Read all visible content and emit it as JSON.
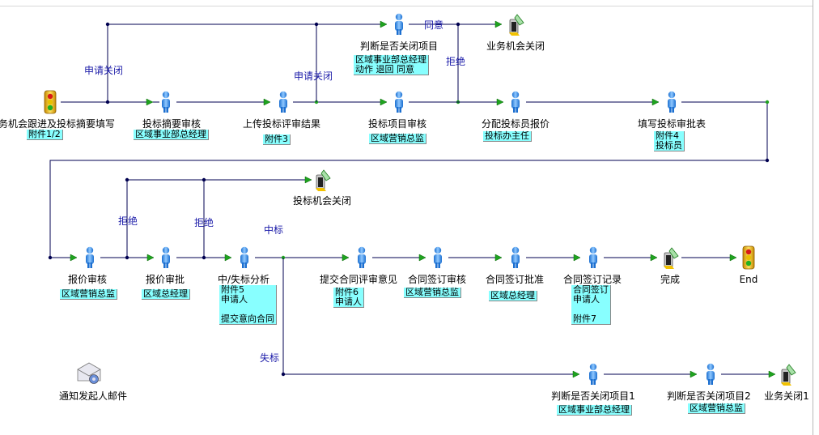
{
  "nodes": [
    {
      "id": "n_apply",
      "label": "务机会跟进及投标摘要填写",
      "type": "start",
      "notes": [
        "附件1/2"
      ]
    },
    {
      "id": "n_abstract",
      "label": "投标摘要审核",
      "type": "person",
      "notes": [
        "区域事业部总经理"
      ]
    },
    {
      "id": "n_upload",
      "label": "上传投标评审结果",
      "type": "person",
      "notes": [
        "附件3"
      ]
    },
    {
      "id": "n_judge_top",
      "label": "判断是否关闭项目",
      "type": "person",
      "notes": [
        "区域事业部总经理",
        "动作 退回 同意"
      ]
    },
    {
      "id": "n_close_top",
      "label": "业务机会关闭",
      "type": "end",
      "notes": []
    },
    {
      "id": "n_bid_review",
      "label": "投标项目审核",
      "type": "person",
      "notes": [
        "区域营销总监"
      ]
    },
    {
      "id": "n_assign",
      "label": "分配投标员报价",
      "type": "person",
      "notes": [
        "投标办主任"
      ]
    },
    {
      "id": "n_fill",
      "label": "填写投标审批表",
      "type": "person",
      "notes": [
        "附件4",
        "投标员"
      ]
    },
    {
      "id": "n_bid_close",
      "label": "投标机会关闭",
      "type": "end",
      "notes": []
    },
    {
      "id": "n_quote_review",
      "label": "报价审核",
      "type": "person",
      "notes": [
        "区域营销总监"
      ]
    },
    {
      "id": "n_quote_approve",
      "label": "报价审批",
      "type": "person",
      "notes": [
        "区域总经理"
      ]
    },
    {
      "id": "n_win_analysis",
      "label": "中/失标分析",
      "type": "person",
      "notes": [
        "附件5",
        "申请人",
        "",
        "提交意向合同"
      ]
    },
    {
      "id": "n_contract_opinion",
      "label": "提交合同评审意见",
      "type": "person",
      "notes": [
        "附件6",
        "申请人"
      ]
    },
    {
      "id": "n_contract_review",
      "label": "合同签订审核",
      "type": "person",
      "notes": [
        "区域营销总监"
      ]
    },
    {
      "id": "n_contract_approve",
      "label": "合同签订批准",
      "type": "person",
      "notes": [
        "区域总经理"
      ]
    },
    {
      "id": "n_contract_record",
      "label": "合同签订记录",
      "type": "person",
      "notes": [
        "合同签订",
        "申请人",
        "",
        "附件7"
      ]
    },
    {
      "id": "n_done",
      "label": "完成",
      "type": "end",
      "notes": []
    },
    {
      "id": "n_end",
      "label": "End",
      "type": "start",
      "notes": []
    },
    {
      "id": "n_notify",
      "label": "通知发起人邮件",
      "type": "mail",
      "notes": []
    },
    {
      "id": "n_judge1",
      "label": "判断是否关闭项目1",
      "type": "person",
      "notes": [
        "区域事业部总经理"
      ]
    },
    {
      "id": "n_judge2",
      "label": "判断是否关闭项目2",
      "type": "person",
      "notes": [
        "区域营销总监"
      ]
    },
    {
      "id": "n_close1",
      "label": "业务关闭1",
      "type": "end",
      "notes": []
    }
  ],
  "edge_labels": [
    {
      "id": "e_apply_close",
      "text": "申请关闭"
    },
    {
      "id": "e_upload_close",
      "text": "申请关闭"
    },
    {
      "id": "e_agree",
      "text": "同意"
    },
    {
      "id": "e_reject_top",
      "text": "拒绝"
    },
    {
      "id": "e_reject_quote",
      "text": "拒绝"
    },
    {
      "id": "e_reject_approve",
      "text": "拒绝"
    },
    {
      "id": "e_win",
      "text": "中标"
    },
    {
      "id": "e_lose",
      "text": "失标"
    }
  ],
  "colors": {
    "line": "#000050",
    "arrow": "#1fa31f",
    "note": "#88ffff",
    "edge_label": "#1a1aa8"
  }
}
